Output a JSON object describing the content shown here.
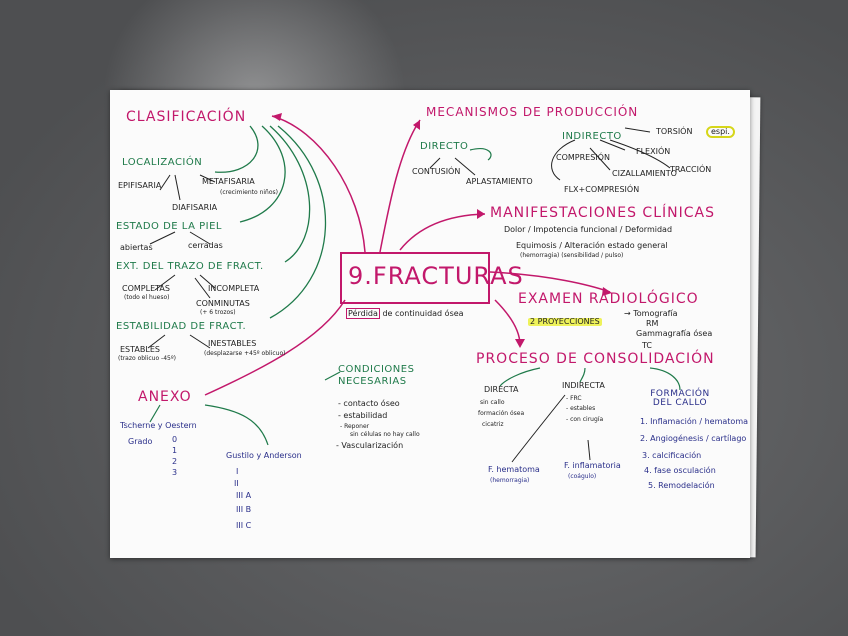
{
  "center": {
    "title": "9.FRACTURAS",
    "subtitle_boxed": "Pérdida",
    "subtitle": "de continuidad ósea"
  },
  "clasificacion": {
    "title": "CLASIFICACIÓN",
    "localizacion": {
      "title": "LOCALIZACIÓN",
      "items": [
        "EPIFISARIA",
        "METAFISARIA",
        "DIAFISARIA"
      ],
      "note": "(crecimiento niños)"
    },
    "estado_piel": {
      "title": "ESTADO DE LA PIEL",
      "items": [
        "abiertas",
        "cerradas"
      ]
    },
    "ext_trazo": {
      "title": "EXT. DEL TRAZO DE FRACT.",
      "items": [
        "COMPLETAS",
        "INCOMPLETA",
        "CONMINUTAS"
      ],
      "notes": [
        "(todo el hueso)",
        "(+ 6 trozos)"
      ]
    },
    "estabilidad": {
      "title": "ESTABILIDAD DE FRACT.",
      "items": [
        "ESTABLES",
        "INESTABLES"
      ],
      "notes": [
        "(trazo oblicuo -45º)",
        "(desplazarse +45º oblicuo)"
      ]
    }
  },
  "anexo": {
    "title": "ANEXO",
    "tscherne": {
      "title": "Tscherne y Oestern",
      "grado_label": "Grado",
      "grados": [
        "0",
        "1",
        "2",
        "3"
      ]
    },
    "gustilo": {
      "title": "Gustilo y Anderson",
      "items": [
        "I",
        "II",
        "III A",
        "III B",
        "III C"
      ]
    }
  },
  "mecanismos": {
    "title": "MECANISMOS DE PRODUCCIÓN",
    "directo": {
      "title": "DIRECTO",
      "items": [
        "CONTUSIÓN",
        "APLASTAMIENTO"
      ]
    },
    "indirecto": {
      "title": "INDIRECTO",
      "items": [
        "COMPRESIÓN",
        "FLEXIÓN",
        "CIZALLAMIENTO",
        "TRACCIÓN",
        "FLX+COMPRESIÓN",
        "TORSIÓN",
        "espi."
      ]
    }
  },
  "manifestaciones": {
    "title": "MANIFESTACIONES CLÍNICAS",
    "line1": "Dolor / Impotencia funcional / Deformidad",
    "line2": "Equimosis / Alteración estado general",
    "line3": "(hemorragia)   (sensibilidad / pulso)"
  },
  "examen": {
    "title": "EXAMEN RADIOLÓGICO",
    "highlight": "2 PROYECCIONES",
    "items": [
      "→ Tomografía",
      "RM",
      "Gammagrafía ósea",
      "TC"
    ]
  },
  "proceso": {
    "title": "PROCESO DE CONSOLIDACIÓN",
    "directa": {
      "title": "DIRECTA",
      "items": [
        "sin callo",
        "formación ósea",
        "cicatriz"
      ],
      "f_label": "F. hematoma",
      "f_note": "(hemorragia)"
    },
    "indirecta": {
      "title": "INDIRECTA",
      "items": [
        "- FRC",
        "- estables",
        "- con cirugía"
      ],
      "f_label": "F. inflamatoria",
      "f_note": "(coágulo)"
    },
    "formacion": {
      "title": "FORMACIÓN DEL CALLO",
      "steps": [
        "1. Inflamación / hematoma",
        "2. Angiogénesis / cartílago",
        "3. calcificación",
        "4. fase osculación",
        "5. Remodelación"
      ]
    }
  },
  "condiciones": {
    "title": "CONDICIONES NECESARIAS",
    "items": [
      "- contacto óseo",
      "- estabilidad",
      "- Reponer",
      "sin células no hay callo",
      "- Vascularización"
    ]
  }
}
